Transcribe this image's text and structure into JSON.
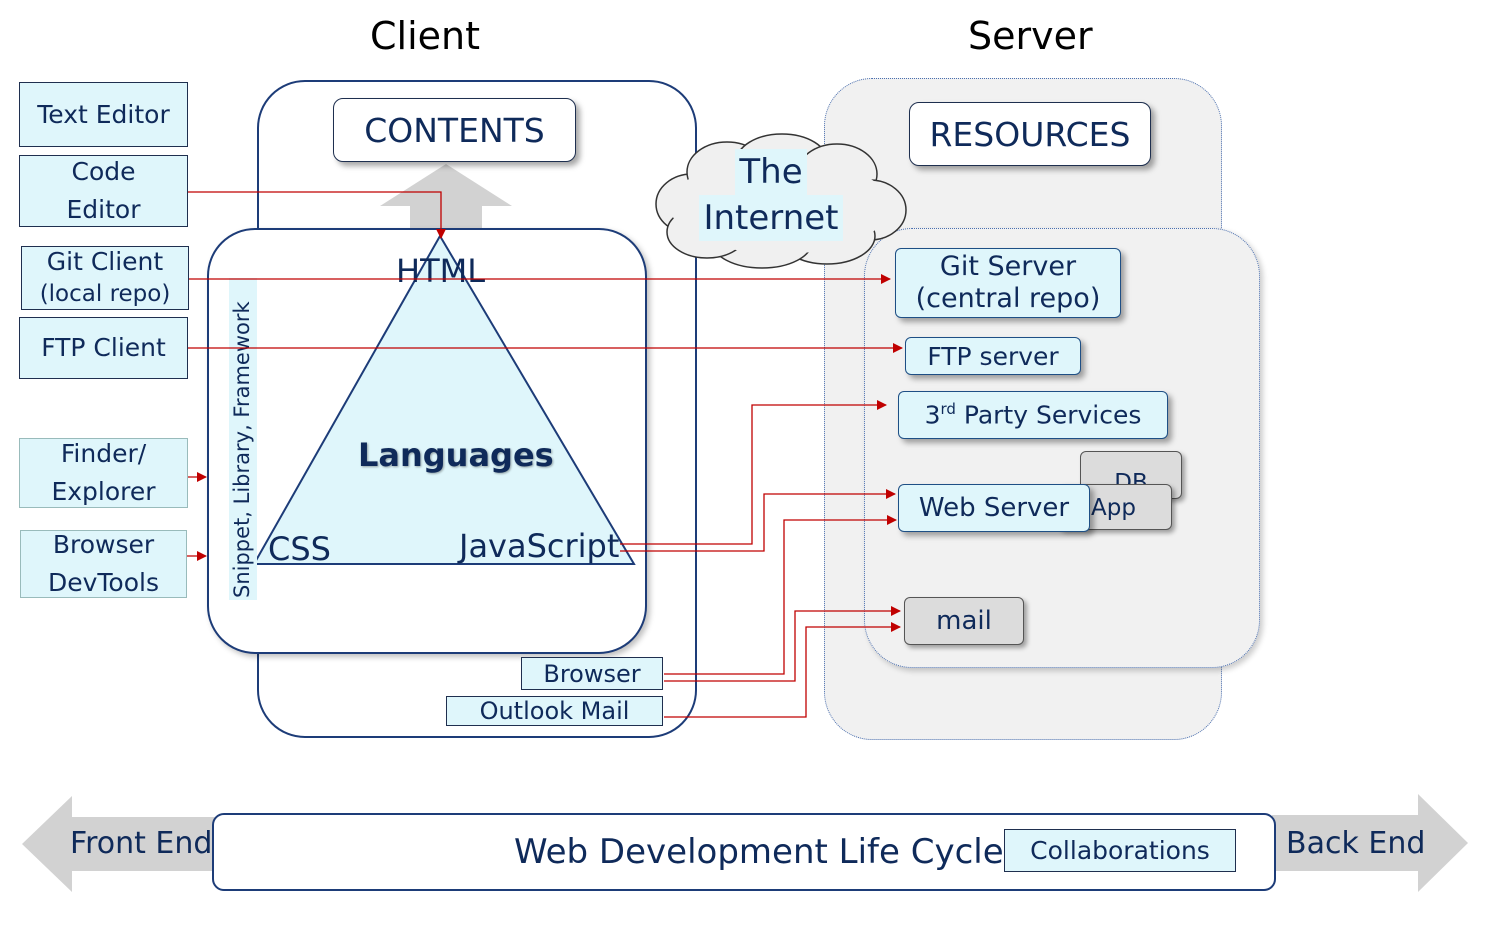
{
  "headings": {
    "client": "Client",
    "server": "Server"
  },
  "tools": {
    "text_editor": "Text Editor",
    "code_editor": [
      "Code",
      "Editor"
    ],
    "git_client": [
      "Git Client",
      "(local repo)"
    ],
    "ftp_client": "FTP Client",
    "finder": [
      "Finder/",
      "Explorer"
    ],
    "devtools": [
      "Browser",
      "DevTools"
    ]
  },
  "client": {
    "contents": "CONTENTS",
    "side_label": "Snippet, Library, Framework",
    "html": "HTML",
    "languages": "Languages",
    "css": "CSS",
    "javascript": "JavaScript",
    "browser": "Browser",
    "outlook": "Outlook Mail"
  },
  "internet": [
    "The",
    "Internet"
  ],
  "server": {
    "resources": "RESOURCES",
    "git_server": [
      "Git Server",
      "(central repo)"
    ],
    "ftp_server": "FTP server",
    "third_party_prefix": "3",
    "third_party_sup": "rd",
    "third_party_suffix": " Party Services",
    "db": "DB",
    "app": "App",
    "web_server": "Web Server",
    "mail": "mail"
  },
  "footer": {
    "front_end": "Front End",
    "lifecycle": "Web Development Life Cycle",
    "collaborations": "Collaborations",
    "back_end": "Back End"
  },
  "colors": {
    "arrow": "#c00000",
    "text": "#0f2a5a",
    "tool_fill": "#dff6fb",
    "panel_border": "#1d3c78"
  }
}
